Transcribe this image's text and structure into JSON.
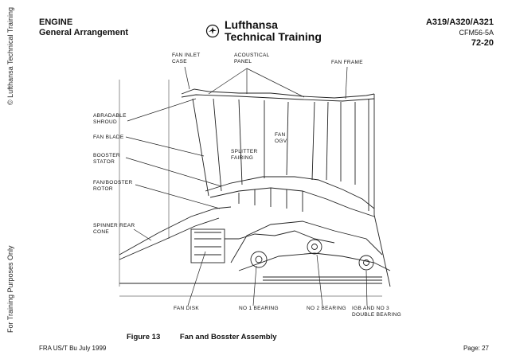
{
  "side_text": {
    "top": "© Lufthansa Technical Training",
    "bottom": "For Training Purposes Only"
  },
  "header": {
    "title": "ENGINE",
    "subtitle": "General Arrangement",
    "brand_line1": "Lufthansa",
    "brand_line2": "Technical Training",
    "aircraft": "A319/A320/A321",
    "engine": "CFM56-5A",
    "chapter": "72-20"
  },
  "diagram": {
    "labels": {
      "fan_inlet_case": [
        "FAN INLET",
        "CASE"
      ],
      "acoustical_panel": [
        "ACOUSTICAL",
        "PANEL"
      ],
      "fan_frame": [
        "FAN FRAME"
      ],
      "abradable_shroud": [
        "ABRADABLE",
        "SHROUD"
      ],
      "fan_blade": [
        "FAN BLADE"
      ],
      "fan_ogv": [
        "FAN",
        "OGV"
      ],
      "splitter_fairing": [
        "SPLITTER",
        "FAIRING"
      ],
      "booster_stator": [
        "BOOSTER",
        "STATOR"
      ],
      "fan_booster_rotor": [
        "FAN/BOOSTER",
        "ROTOR"
      ],
      "spinner_rear_cone": [
        "SPINNER REAR",
        "CONE"
      ],
      "fan_disk": [
        "FAN DISK"
      ],
      "no1_bearing": [
        "NO 1 BEARING"
      ],
      "no2_bearing": [
        "NO 2 BEARING"
      ],
      "igb_no3": [
        "IGB AND NO 3",
        "DOUBLE BEARING"
      ]
    }
  },
  "caption": {
    "number": "Figure 13",
    "title": "Fan and Bosster Assembly"
  },
  "footer": {
    "left": "FRA US/T Bu   July 1999",
    "right": "Page: 27"
  }
}
